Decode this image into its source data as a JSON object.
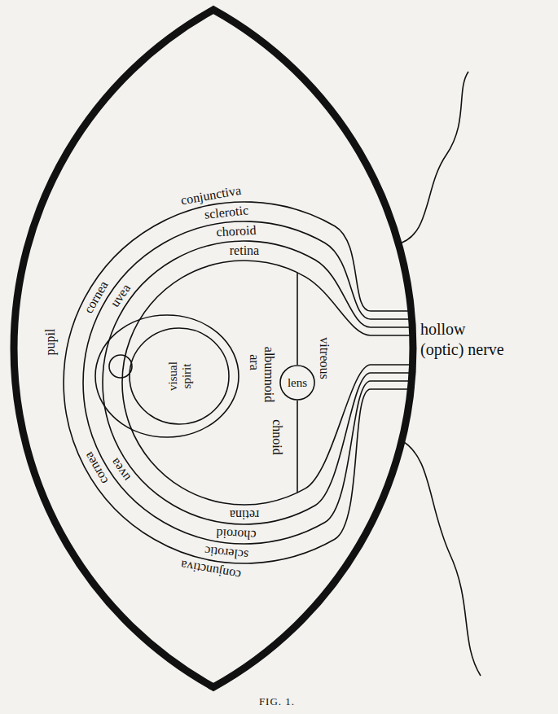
{
  "diagram": {
    "caption": "FIG. 1.",
    "nodes": [
      {
        "text": [
          "visual spirit"
        ]
      },
      {
        "text": [
          "lens"
        ]
      }
    ],
    "labels": [
      "conjunctiva",
      "sclerotic",
      "choroid",
      "retina",
      "cornea",
      "uvea",
      "pupil",
      "ara",
      "albumnoid",
      "vitreous",
      "chnoid",
      "hollow (optic) nerve",
      "cornea",
      "uvea",
      "retina",
      "choroid",
      "sclerotic",
      "conjunctiva"
    ]
  }
}
